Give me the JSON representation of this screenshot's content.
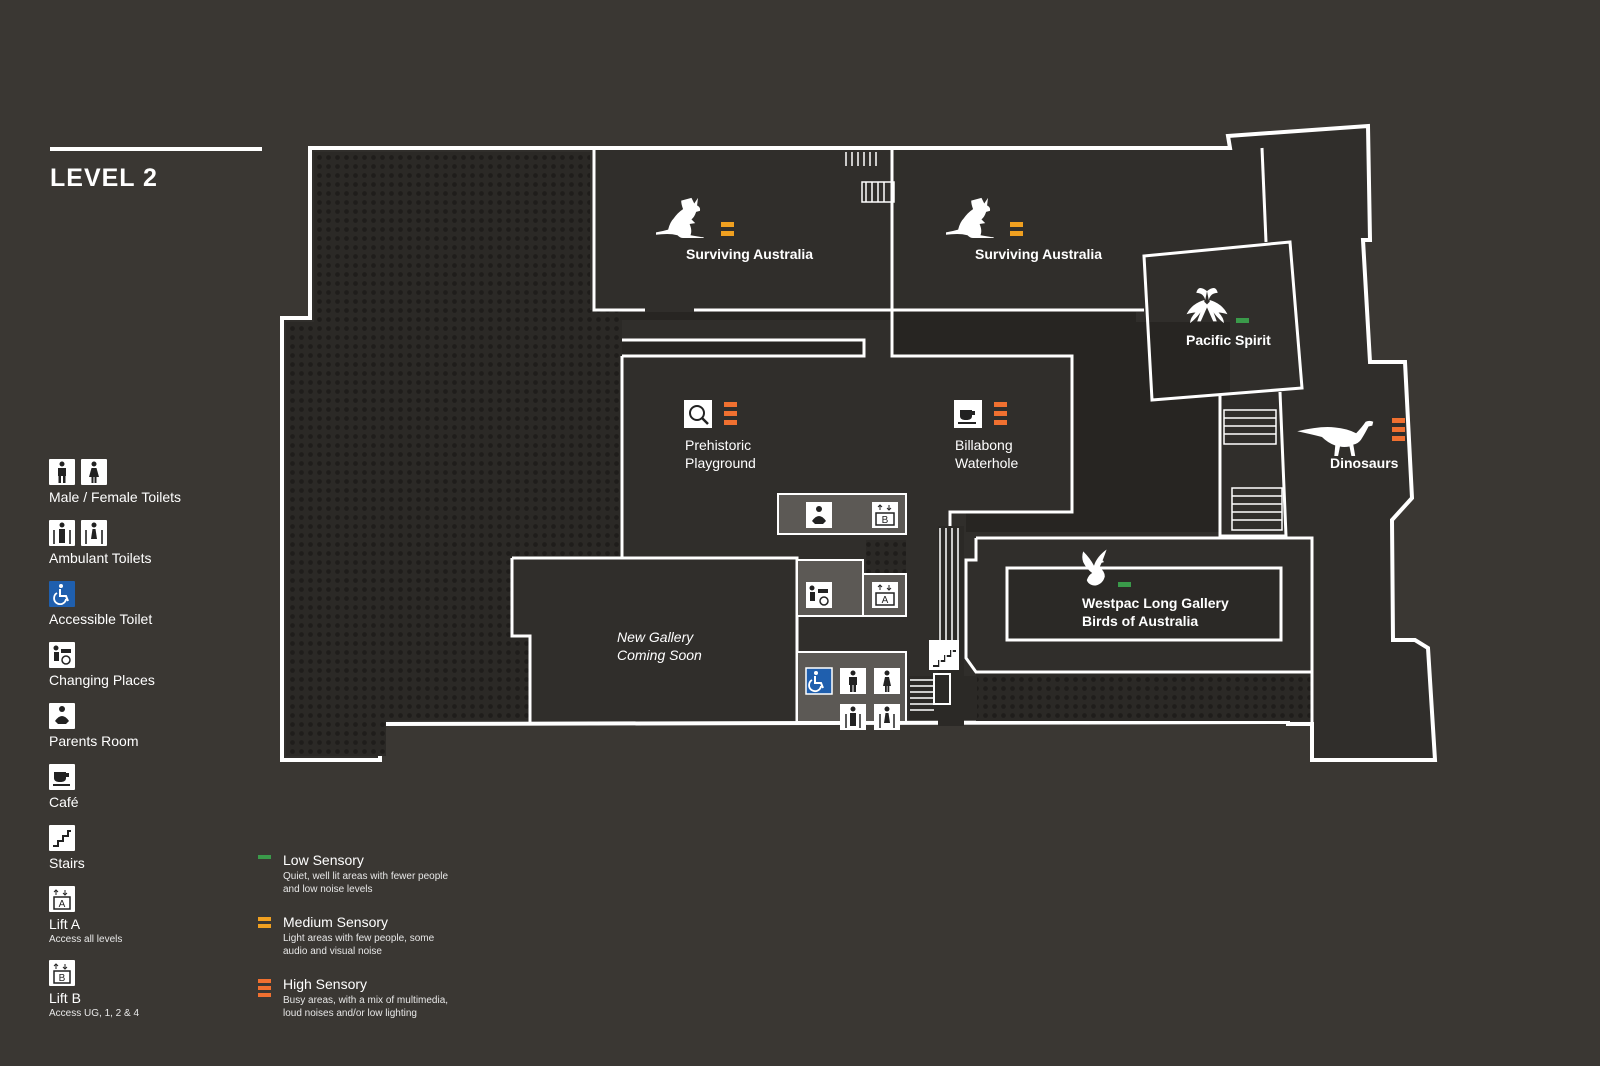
{
  "level_title": "LEVEL 2",
  "colors": {
    "background": "#3a3733",
    "low": "#3a9a4a",
    "medium": "#f0a020",
    "high": "#f07030",
    "accessible": "#1f5fae"
  },
  "areas": {
    "surviving_australia_1": "Surviving Australia",
    "surviving_australia_2": "Surviving Australia",
    "pacific_spirit": "Pacific Spirit",
    "prehistoric_line1": "Prehistoric",
    "prehistoric_line2": "Playground",
    "billabong_line1": "Billabong",
    "billabong_line2": "Waterhole",
    "dinosaurs": "Dinosaurs",
    "westpac_line1": "Westpac Long Gallery",
    "westpac_line2": "Birds of Australia",
    "new_gallery_line1": "New Gallery",
    "new_gallery_line2": "Coming Soon"
  },
  "key": {
    "toilets": "Male / Female Toilets",
    "ambulant": "Ambulant Toilets",
    "accessible": "Accessible Toilet",
    "changing": "Changing Places",
    "parents": "Parents Room",
    "cafe": "Café",
    "stairs": "Stairs",
    "lift_a": "Lift A",
    "lift_a_sub": "Access all levels",
    "lift_b": "Lift B",
    "lift_b_sub": "Access UG, 1, 2 & 4",
    "lift_a_letter": "A",
    "lift_b_letter": "B"
  },
  "sensory": {
    "low_name": "Low Sensory",
    "low_desc_1": "Quiet, well lit areas with fewer people",
    "low_desc_2": "and low noise levels",
    "medium_name": "Medium Sensory",
    "medium_desc_1": "Light areas with few people, some",
    "medium_desc_2": "audio and visual noise",
    "high_name": "High Sensory",
    "high_desc_1": "Busy areas, with a mix of multimedia,",
    "high_desc_2": "loud noises and/or low lighting"
  },
  "icon_names": [
    "male-toilet-icon",
    "female-toilet-icon",
    "ambulant-toilet-icon",
    "accessible-toilet-icon",
    "changing-places-icon",
    "parents-room-icon",
    "cafe-icon",
    "stairs-icon",
    "lift-a-icon",
    "lift-b-icon",
    "kangaroo-icon",
    "dinosaur-icon",
    "bird-icon",
    "headdress-icon",
    "magnifier-icon"
  ]
}
